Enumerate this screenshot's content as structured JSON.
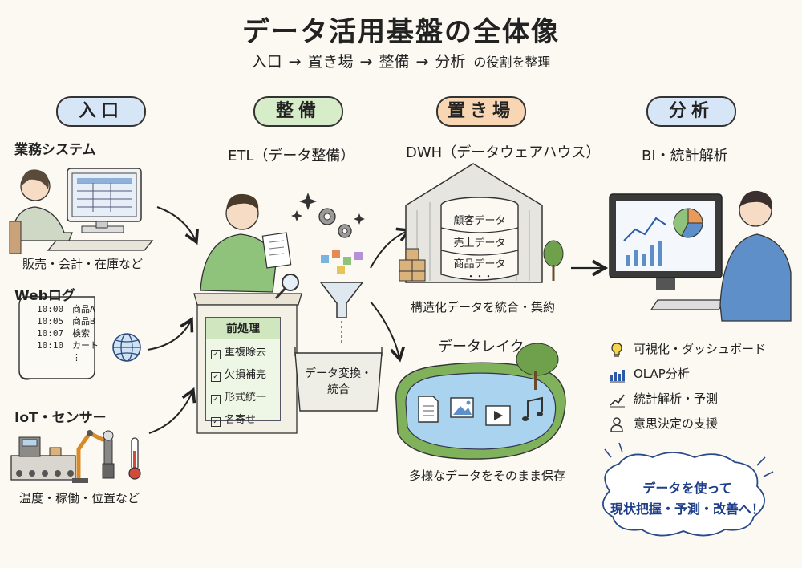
{
  "header": {
    "title": "データ活用基盤の全体像",
    "subtitle_steps": [
      "入口",
      "置き場",
      "整備",
      "分析"
    ],
    "subtitle_arrow": "→",
    "subtitle_tail": "の役割を整理"
  },
  "stages": {
    "entry": "入口",
    "prep": "整備",
    "storage": "置き場",
    "analysis": "分析"
  },
  "sources": {
    "business": {
      "title": "業務システム",
      "caption": "販売・会計・在庫など"
    },
    "weblog": {
      "title": "Webログ",
      "lines": [
        {
          "time": "10:00",
          "text": "商品A"
        },
        {
          "time": "10:05",
          "text": "商品B"
        },
        {
          "time": "10:07",
          "text": "検索"
        },
        {
          "time": "10:10",
          "text": "カート"
        }
      ],
      "ellipsis": "⋮"
    },
    "iot": {
      "title": "IoT・センサー",
      "caption": "温度・稼働・位置など"
    }
  },
  "etl": {
    "title": "ETL（データ整備）",
    "preprocess_title": "前処理",
    "preprocess_items": [
      "重複除去",
      "欠損補完",
      "形式統一",
      "名寄せ"
    ],
    "check_mark": "✓",
    "transform_line1": "データ変換・",
    "transform_line2": "統合"
  },
  "dwh": {
    "title": "DWH（データウェアハウス）",
    "tables": [
      "顧客データ",
      "売上データ",
      "商品データ"
    ],
    "ellipsis": "・・・",
    "caption": "構造化データを統合・集約"
  },
  "lake": {
    "title": "データレイク",
    "caption": "多様なデータをそのまま保存",
    "icons": [
      "document-icon",
      "image-icon",
      "video-icon",
      "music-icon"
    ]
  },
  "bi": {
    "title": "BI・統計解析",
    "features": [
      {
        "icon": "lightbulb-icon",
        "label": "可視化・ダッシュボード"
      },
      {
        "icon": "bar-chart-icon",
        "label": "OLAP分析"
      },
      {
        "icon": "trend-icon",
        "label": "統計解析・予測"
      },
      {
        "icon": "person-icon",
        "label": "意思決定の支援"
      }
    ]
  },
  "callout": {
    "line1": "データを使って",
    "line2": "現状把握・予測・改善へ！"
  },
  "colors": {
    "blue": "#d6e6f6",
    "green": "#d7ecc9",
    "orange": "#f8d6b3",
    "lake_water": "#a9d3ee",
    "grass": "#7fb25a",
    "shirt_green": "#8fc27a",
    "shirt_blue": "#5f8fc9",
    "callout_text": "#1f3f8a"
  }
}
